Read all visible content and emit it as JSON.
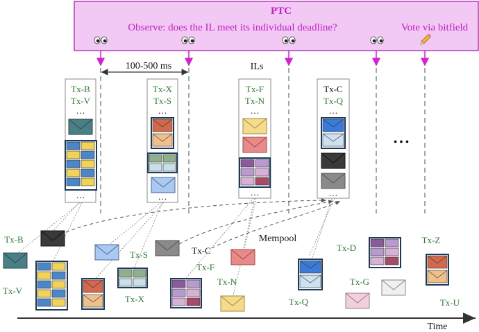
{
  "ptc": {
    "title": "PTC",
    "observe": "Observe: does the IL meet its individual deadline?",
    "vote": "Vote via bitfield",
    "colors": {
      "fill": "#f1c9f4",
      "stroke": "#b33ab8",
      "text": "#c51fc7"
    }
  },
  "annotations": {
    "interval": "100-500 ms",
    "ils": "ILs",
    "mempool": "Mempool",
    "time": "Time",
    "dots": "• • •",
    "ellipsis": "…"
  },
  "ils": [
    {
      "tx1": "Tx-B",
      "tx2": "Tx-V"
    },
    {
      "tx1": "Tx-X",
      "tx2": "Tx-S"
    },
    {
      "tx1": "Tx-F",
      "tx2": "Tx-N"
    },
    {
      "tx1": "Tx-C",
      "tx2": "Tx-Q"
    }
  ],
  "mempool_labels": {
    "b": "Tx-B",
    "v": "Tx-V",
    "s": "Tx-S",
    "x": "Tx-X",
    "c": "Tx-C",
    "f": "Tx-F",
    "n": "Tx-N",
    "q": "Tx-Q",
    "d": "Tx-D",
    "g": "Tx-G",
    "z": "Tx-Z",
    "u": "Tx-U"
  },
  "icons": {
    "eye": "eyes-icon",
    "pencil": "pencil-icon",
    "envelope": "envelope-icon"
  }
}
